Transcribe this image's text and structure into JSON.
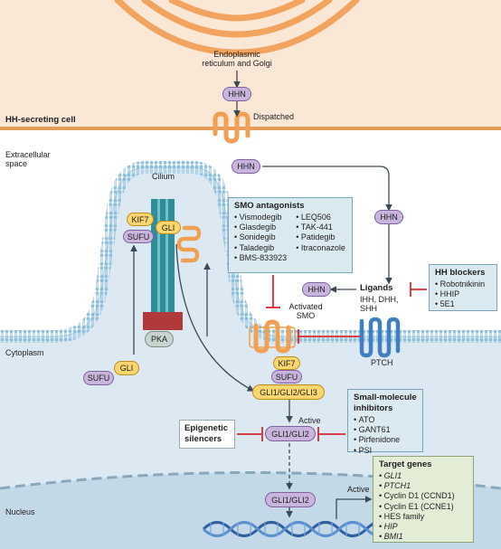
{
  "labels": {
    "er_golgi": [
      "Endoplasmic",
      "reticulum and Golgi"
    ],
    "dispatched": "Dispatched",
    "hh_secreting_cell": "HH-secreting cell",
    "extracellular_space": [
      "Extracellular",
      "space"
    ],
    "cilium": "Cilium",
    "cytoplasm": "Cytoplasm",
    "nucleus": "Nucleus",
    "ligands_title": "Ligands",
    "ligands_list": [
      "IHH, DHH,",
      "SHH"
    ],
    "activated_smo": [
      "Activated",
      "SMO"
    ],
    "ptch": "PTCH",
    "active_1": "Active",
    "active_2": "Active",
    "epigenetic_silencers": [
      "Epigenetic",
      "silencers"
    ]
  },
  "pills": {
    "hhn_golgi": "HHN",
    "hhn_extracellular": "HHN",
    "hhn_descending": "HHN",
    "hhn_ligand": "HHN",
    "kif7_cilium": "KIF7",
    "gli_cilium": "GLI",
    "sufu_cilium": "SUFU",
    "pka": "PKA",
    "sufu_cytoplasm": "SUFU",
    "gli_cytoplasm": "GLI",
    "kif7_smo": "KIF7",
    "sufu_smo": "SUFU",
    "gli123": "GLI1/GLI2/GLI3",
    "gli12_active": "GLI1/GLI2",
    "gli12_nucleus": "GLI1/GLI2"
  },
  "smo_antagonists": {
    "title": "SMO antagonists",
    "col1": [
      "Vismodegib",
      "Glasdegib",
      "Sonidegib",
      "Taladegib",
      "BMS-833923"
    ],
    "col2": [
      "LEQ506",
      "TAK-441",
      "Patidegib",
      "Itraconazole"
    ]
  },
  "hh_blockers": {
    "title": "HH blockers",
    "items": [
      "Robotnikinin",
      "HHIP",
      "5E1"
    ]
  },
  "small_molecule_inhibitors": {
    "title": [
      "Small-molecule",
      "inhibitors"
    ],
    "items": [
      "ATO",
      "GANT61",
      "Pirfenidone",
      "PSI"
    ]
  },
  "target_genes": {
    "title": "Target genes",
    "items": [
      {
        "text": "GLI1",
        "italic": true
      },
      {
        "text": "PTCH1",
        "italic": true
      },
      {
        "text": "Cyclin D1 (CCND1)",
        "italic": false
      },
      {
        "text": "Cyclin E1 (CCNE1)",
        "italic": false
      },
      {
        "text": "HES family",
        "italic": false
      },
      {
        "text": "HIP",
        "italic": true
      },
      {
        "text": "BMI1",
        "italic": true
      }
    ]
  },
  "colors": {
    "cell_fill": "#dce9f2",
    "nucleus_fill": "#c4d9e8",
    "membrane_head": "#8fc1dc",
    "golgi": "#f2a35e",
    "receptor_orange": "#f0a052",
    "ptch_blue": "#3f7fc0",
    "cilium_teal": "#2f8c99",
    "inhibit_red": "#d7282f",
    "arrow_dark": "#3a4a55",
    "hh_cell_fill": "#fbe7d6"
  }
}
